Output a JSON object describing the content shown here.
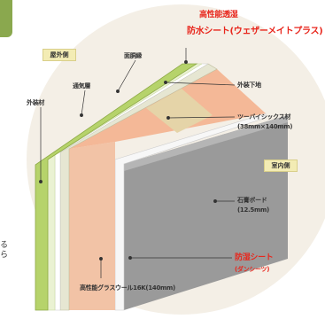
{
  "colors": {
    "accent": "#e8261c",
    "label_box": "#f3ecb4",
    "green_layer": "#b6d36b",
    "insulation": "#f2c3a6",
    "gypsum": "#9a9a9a",
    "background_circle": "#f4efe6"
  },
  "title": {
    "line1": "高性能透湿",
    "line2": "防水シート(ウェザーメイトプラス)"
  },
  "boxes": {
    "outdoor": "屋外側",
    "indoor": "室内側"
  },
  "labels": {
    "exterior_material": "外装材",
    "ventilation_layer": "通気層",
    "fire_block": "面胴縁",
    "exterior_base": "外装下地",
    "two_by_six": "ツーバイシックス材",
    "two_by_six_size": "(38mm×140mm)",
    "gypsum_board": "石膏ボード",
    "gypsum_thickness": "(12.5mm)",
    "vapor_sheet_line1": "防湿シート",
    "vapor_sheet_line2": "(ダンシーツ)",
    "insulation": "高性能グラスウール16K(140mm)"
  },
  "edge_text": "るら"
}
